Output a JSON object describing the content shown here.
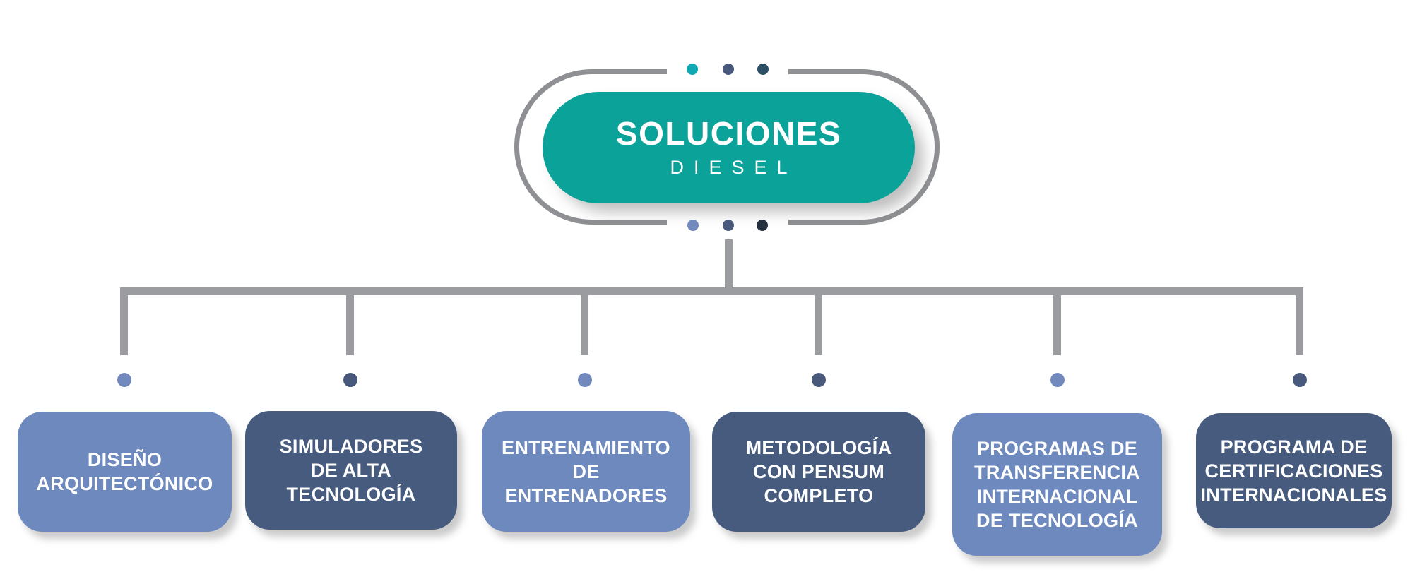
{
  "root": {
    "title": "SOLUCIONES",
    "subtitle": "DIESEL"
  },
  "children": [
    {
      "label": "DISEÑO\nARQUITECTÓNICO",
      "variant": "light"
    },
    {
      "label": "SIMULADORES\nDE ALTA\nTECNOLOGÍA",
      "variant": "dark"
    },
    {
      "label": "ENTRENAMIENTO\nDE ENTRENADORES",
      "variant": "light"
    },
    {
      "label": "METODOLOGÍA\nCON PENSUM\nCOMPLETO",
      "variant": "dark"
    },
    {
      "label": "PROGRAMAS DE\nTRANSFERENCIA\nINTERNACIONAL\nDE TECNOLOGÍA",
      "variant": "light"
    },
    {
      "label": "PROGRAMA DE\nCERTIFICACIONES\nINTERNACIONALES",
      "variant": "dark"
    }
  ],
  "hub_decor": {
    "top_dots": [
      "teal",
      "slate",
      "dark-teal"
    ],
    "bottom_dots": [
      "periwinkle",
      "slate",
      "navy"
    ]
  },
  "colors": {
    "teal": "#0ba29a",
    "box_light": "#6d89be",
    "box_dark": "#475b7e",
    "connector": "#9b9ca0",
    "ring": "#8e9093",
    "dot_teal": "#0fa8b3",
    "dot_slate": "#48597c",
    "dot_dark_teal": "#2d4f66",
    "dot_periwinkle": "#7289be",
    "dot_navy": "#242f3e"
  }
}
